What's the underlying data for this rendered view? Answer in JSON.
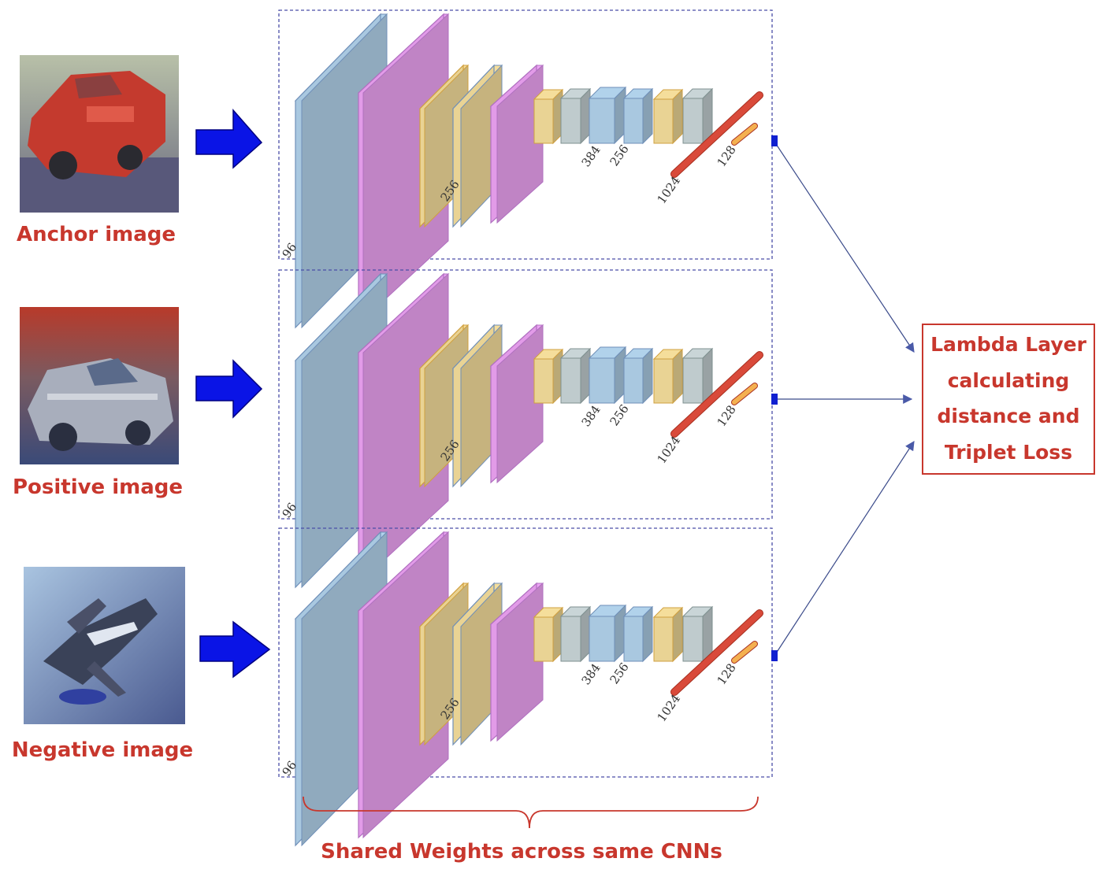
{
  "inputs": [
    {
      "label": "Anchor image",
      "icon": "car-thumbnail-red"
    },
    {
      "label": "Positive image",
      "icon": "car-thumbnail-silver"
    },
    {
      "label": "Negative image",
      "icon": "airplane-thumbnail"
    }
  ],
  "network": {
    "dims": {
      "first": "96",
      "conv2": "256",
      "conv3": "384",
      "conv4": "256",
      "fc": "1024",
      "embed": "128"
    }
  },
  "loss_box": {
    "lines": [
      "Lambda Layer",
      "calculating",
      "distance and",
      "Triplet Loss"
    ]
  },
  "footer": {
    "caption": "Shared Weights across same CNNs"
  },
  "colors": {
    "label_red": "#c8372d",
    "arrow_blue": "#0a14e6",
    "layer_blue": "#a9c8e0",
    "layer_pink": "#e29be8",
    "layer_yellow": "#e9d394",
    "layer_grey": "#bfcbcd",
    "fc_red": "#d94a3a",
    "dashed_border": "#4a4ea8"
  }
}
